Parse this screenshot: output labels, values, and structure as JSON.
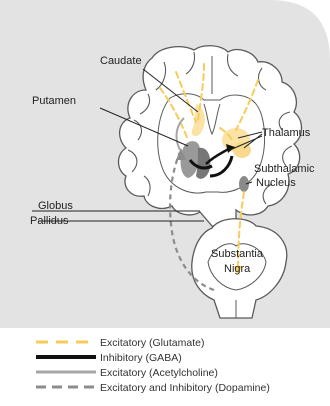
{
  "labels": {
    "caudate": "Caudate",
    "putamen": "Putamen",
    "thalamus": "Thalamus",
    "subthalamic_line1": "Subthalamic",
    "subthalamic_line2": "Nucleus",
    "globus_line1": "Globus",
    "globus_line2": "Pallidus",
    "substantia_line1": "Substantia",
    "substantia_line2": "Nigra"
  },
  "legend": [
    {
      "label": "Excitatory (Glutamate)",
      "color": "#f7cc5a",
      "style": "dashed"
    },
    {
      "label": "Inhibitory (GABA)",
      "color": "#111111",
      "style": "solid-thick"
    },
    {
      "label": "Excitatory (Acetylcholine)",
      "color": "#a6a6a6",
      "style": "solid"
    },
    {
      "label": "Excitatory and Inhibitory (Dopamine)",
      "color": "#8c8c8c",
      "style": "dashed"
    }
  ],
  "colors": {
    "panel": "#e3e3e3",
    "tissue": "#ffffff",
    "outline": "#5a5a5a",
    "nucleus_gray": "#8a8a8a",
    "thalamus_yellow": "#fbe3a6"
  }
}
